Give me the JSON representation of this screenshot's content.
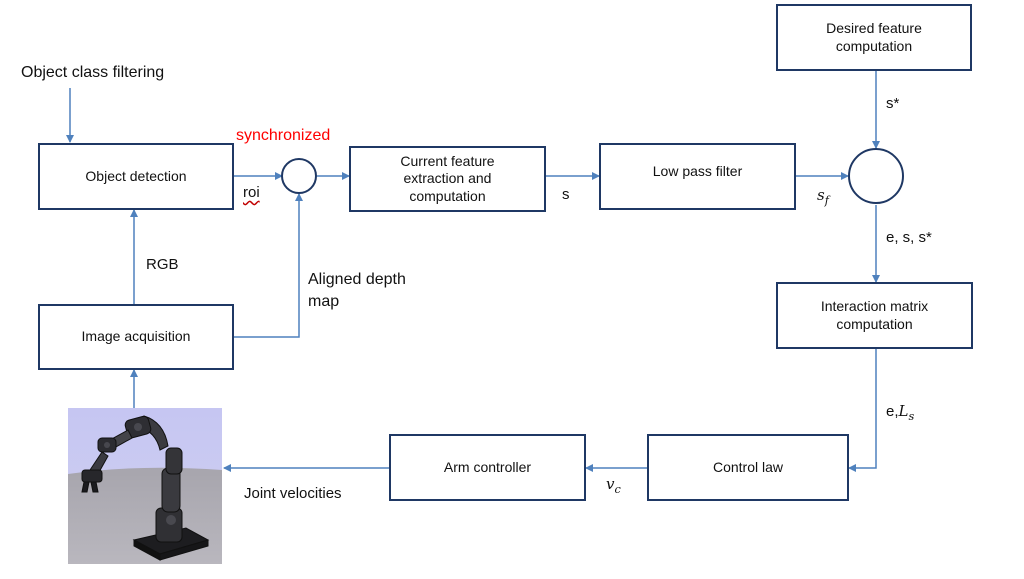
{
  "blocks": {
    "object_detection": "Object detection",
    "image_acquisition": "Image acquisition",
    "current_feature": "Current feature\nextraction and\ncomputation",
    "low_pass_filter": "Low pass filter",
    "desired_feature": "Desired feature\ncomputation",
    "interaction_matrix": "Interaction matrix\ncomputation",
    "control_law": "Control law",
    "arm_controller": "Arm controller"
  },
  "labels": {
    "object_class_filtering": "Object class filtering",
    "synchronized": "synchronized",
    "roi": "roi",
    "rgb": "RGB",
    "aligned_depth_map": "Aligned depth\nmap",
    "s": "s",
    "s_f_main": "s",
    "s_f_sub": "f",
    "s_star": "s*",
    "e_s_sstar": "e, s, s*",
    "e_ls_prefix": "e,",
    "e_ls_main": "L",
    "e_ls_sub": "s",
    "v_c_main": "v",
    "v_c_sub": "c",
    "joint_velocities": "Joint velocities"
  },
  "colors": {
    "box_border": "#1f3864",
    "arrow": "#4f81bd",
    "synchronized_text": "#ff0000",
    "robot_background": "#c9c9f0"
  },
  "icons": {
    "summing_junctions": "circle",
    "robot": "robot-arm-image"
  }
}
